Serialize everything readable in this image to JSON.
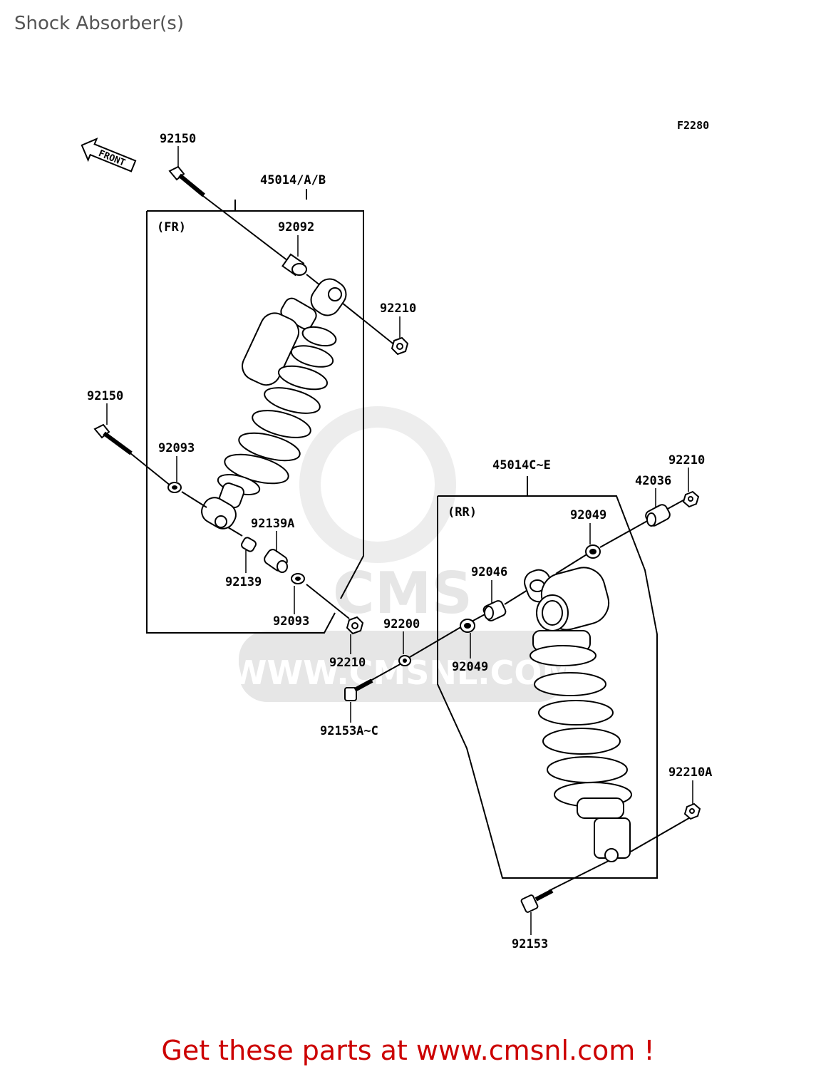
{
  "header": {
    "title": "Shock Absorber(s)"
  },
  "diagram": {
    "code": "F2280",
    "front_arrow": "FRONT",
    "watermark": {
      "brand": "CMS",
      "url": "WWW.CMSNL.COM"
    },
    "groups": {
      "front": "(FR)",
      "rear": "(RR)"
    },
    "labels": {
      "l_92150_top": "92150",
      "l_45014ab": "45014/A/B",
      "l_92092": "92092",
      "l_92210_top": "92210",
      "l_92150_mid": "92150",
      "l_92093_top": "92093",
      "l_92139a": "92139A",
      "l_92139": "92139",
      "l_92093_bot": "92093",
      "l_92210_fr": "92210",
      "l_45014ce": "45014C~E",
      "l_92210_rr": "92210",
      "l_42036": "42036",
      "l_92049_top": "92049",
      "l_92046": "92046",
      "l_92200": "92200",
      "l_92049_bot": "92049",
      "l_92153ac": "92153A~C",
      "l_92210a": "92210A",
      "l_92153": "92153"
    }
  },
  "footer": {
    "promo_text": "Get these parts at www.cmsnl.com !"
  },
  "colors": {
    "promo": "#cc0000",
    "title": "#555555",
    "watermark": "#e6e6e6"
  }
}
